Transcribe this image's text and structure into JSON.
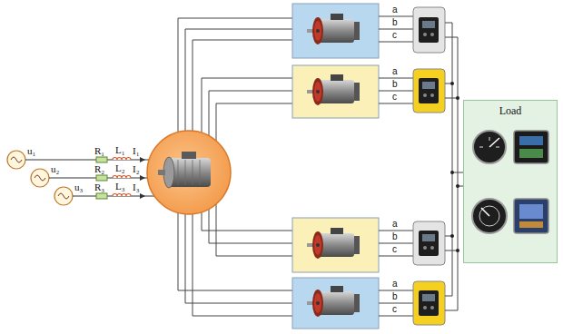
{
  "diagram": {
    "nodes": [
      {
        "text": [
          "Load"
        ]
      }
    ],
    "labels": [
      "u₁",
      "u₂",
      "u₃",
      "R₁",
      "R₂",
      "R₃",
      "L₁",
      "L₂",
      "L₃",
      "I₁",
      "I₂",
      "I₃",
      "a",
      "b",
      "c",
      "a",
      "b",
      "c",
      "a",
      "b",
      "c",
      "a",
      "b",
      "c"
    ]
  }
}
